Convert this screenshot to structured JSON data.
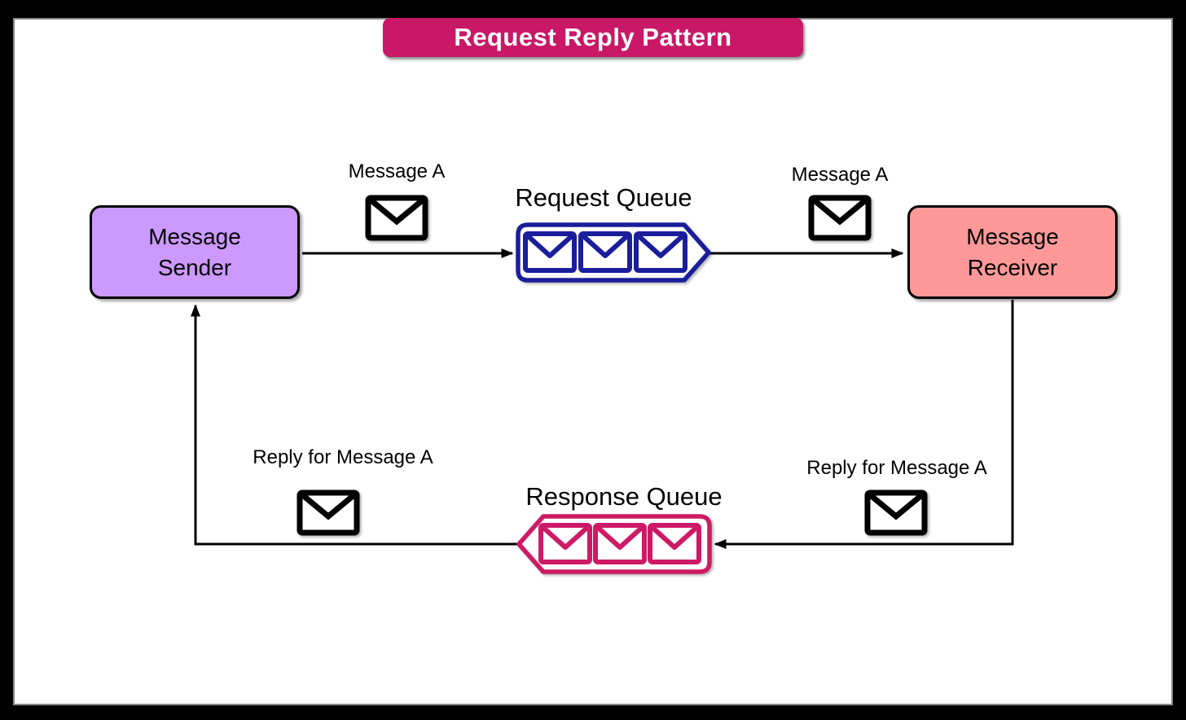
{
  "title": {
    "label": "Request Reply Pattern",
    "bg_color": "#C81867",
    "text_color": "#FFFFFF"
  },
  "nodes": {
    "sender": {
      "label": "Message Sender",
      "fill": "#CC99FF"
    },
    "receiver": {
      "label": "Message Receiver",
      "fill": "#FF9999"
    }
  },
  "queues": {
    "request": {
      "label": "Request Queue",
      "color": "#1A1E9B",
      "message_count": 3,
      "direction": "right"
    },
    "response": {
      "label": "Response Queue",
      "color": "#CE1A66",
      "message_count": 3,
      "direction": "left"
    }
  },
  "annotations": {
    "message_a_left": "Message A",
    "message_a_right": "Message A",
    "reply_left": "Reply for Message A",
    "reply_right": "Reply for Message A"
  },
  "icons": {
    "message": "envelope-icon",
    "envelope_color_black": "#000000"
  },
  "flow": {
    "sender_to_request_queue": "arrow-right",
    "request_queue_to_receiver": "arrow-right",
    "receiver_to_response_queue": "arrow-down-left",
    "response_queue_to_sender": "arrow-left-up"
  }
}
